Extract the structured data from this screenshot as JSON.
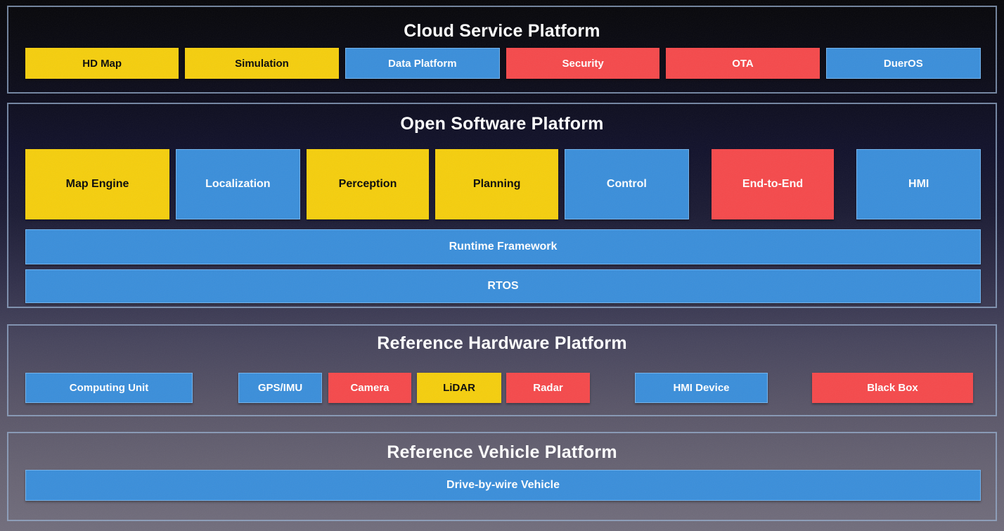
{
  "colors": {
    "yellow": "#F5CE0D",
    "blue": "#3A8EDA",
    "red": "#F5494B",
    "panel_border": "#96ADCE",
    "background_top": "#050508",
    "background_bottom": "#716D7C",
    "title_text": "#FFFFFF"
  },
  "sections": [
    {
      "title": "Cloud Service Platform",
      "boxes": [
        {
          "label": "HD Map",
          "color": "yellow"
        },
        {
          "label": "Simulation",
          "color": "yellow"
        },
        {
          "label": "Data Platform",
          "color": "blue"
        },
        {
          "label": "Security",
          "color": "red"
        },
        {
          "label": "OTA",
          "color": "red"
        },
        {
          "label": "DuerOS",
          "color": "blue"
        }
      ]
    },
    {
      "title": "Open Software Platform",
      "modules": [
        {
          "label": "Map Engine",
          "color": "yellow"
        },
        {
          "label": "Localization",
          "color": "blue"
        },
        {
          "label": "Perception",
          "color": "yellow"
        },
        {
          "label": "Planning",
          "color": "yellow"
        },
        {
          "label": "Control",
          "color": "blue"
        },
        {
          "label": "End-to-End",
          "color": "red"
        },
        {
          "label": "HMI",
          "color": "blue"
        }
      ],
      "bars": [
        {
          "label": "Runtime Framework",
          "color": "blue"
        },
        {
          "label": "RTOS",
          "color": "blue"
        }
      ]
    },
    {
      "title": "Reference Hardware Platform",
      "boxes": [
        {
          "label": "Computing Unit",
          "color": "blue"
        },
        {
          "label": "GPS/IMU",
          "color": "blue"
        },
        {
          "label": "Camera",
          "color": "red"
        },
        {
          "label": "LiDAR",
          "color": "yellow"
        },
        {
          "label": "Radar",
          "color": "red"
        },
        {
          "label": "HMI Device",
          "color": "blue"
        },
        {
          "label": "Black Box",
          "color": "red"
        }
      ]
    },
    {
      "title": "Reference Vehicle Platform",
      "bars": [
        {
          "label": "Drive-by-wire Vehicle",
          "color": "blue"
        }
      ]
    }
  ]
}
